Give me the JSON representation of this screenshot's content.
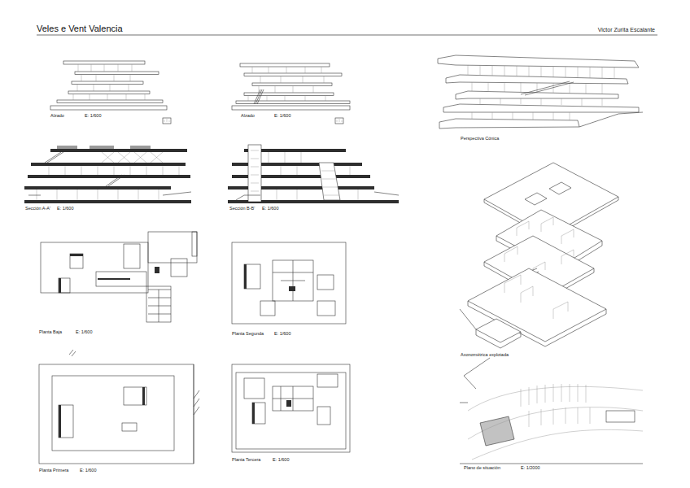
{
  "diagram": {
    "title": "Veles e Vent Valencia",
    "labels": [
      "Victor Zurita Escalante",
      "Alzado",
      "E: 1/600",
      "Alzado",
      "E: 1/600",
      "Perspectiva Cónica",
      "Sección A-A'",
      "E: 1/600",
      "Sección B-B'",
      "E: 1/600",
      "Planta Baja",
      "E: 1/600",
      "Planta Segunda",
      "E: 1/600",
      "Axonométrica explotada",
      "Planta Primera",
      "E: 1/600",
      "Planta Tercera",
      "E: 1/600",
      "Plano de situación",
      "E: 1/2000"
    ]
  }
}
